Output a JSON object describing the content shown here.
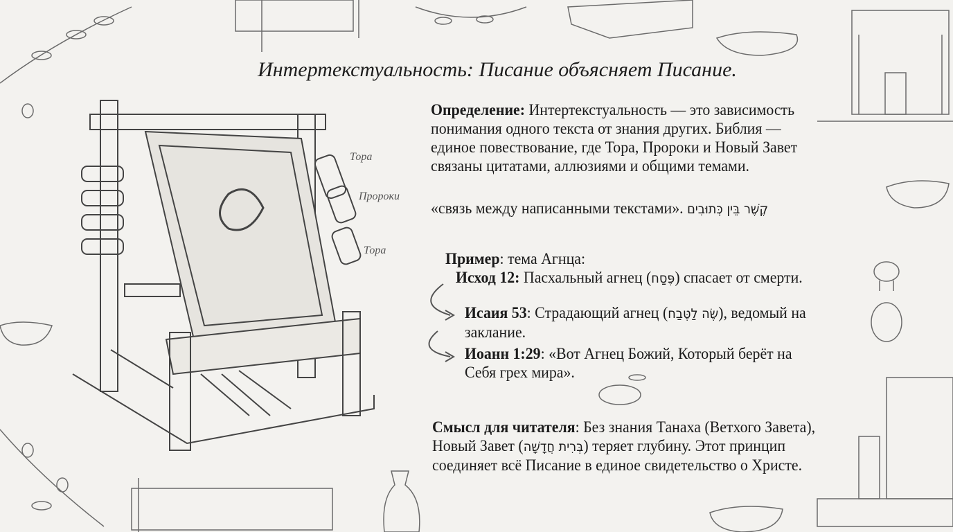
{
  "title": "Интертекстуальность: Писание объясняет Писание.",
  "loom_labels": [
    "Тора",
    "Пророки",
    "Тора"
  ],
  "definition": {
    "label": "Определение:",
    "lines": [
      " Интертекстуальность — это зависимость",
      "понимания одного текста от знания других. Библия —",
      "единое повествование, где Тора, Пророки и Новый Завет",
      "связаны цитатами, аллюзиями и общими темами."
    ]
  },
  "quote": {
    "text": "«связь между написанными текстами».",
    "hebrew": "קֶשֶׁר בֵּין כְּתוּבִים"
  },
  "example": {
    "label": "Пример",
    "text": ": тема Агнца:",
    "items": [
      {
        "ref": "Исход 12:",
        "before": " Пасхальный агнец (",
        "hebrew": "פֶּסַח",
        "after": ") спасает от смерти.",
        "line2": ""
      },
      {
        "ref": "Исаия 53",
        "before": ": Страдающий агнец (",
        "hebrew": "שֶׂה לַטֶּבַח",
        "after": "), ведомый на",
        "line2": "заклание."
      },
      {
        "ref": "Иоанн 1:29",
        "before": ": «Вот Агнец Божий, Который берёт на",
        "hebrew": "",
        "after": "",
        "line2": "Себя грех мира»."
      }
    ]
  },
  "meaning": {
    "label": "Смысл для читателя",
    "line1": ": Без знания Танаха (Ветхого Завета),",
    "line2_before": "Новый Завет (",
    "line2_hebrew": "בְּרִית חֲדָשָׁה",
    "line2_after": ") теряет глубину. Этот принцип",
    "line3": "соединяет всё Писание в единое свидетельство о Христе."
  }
}
